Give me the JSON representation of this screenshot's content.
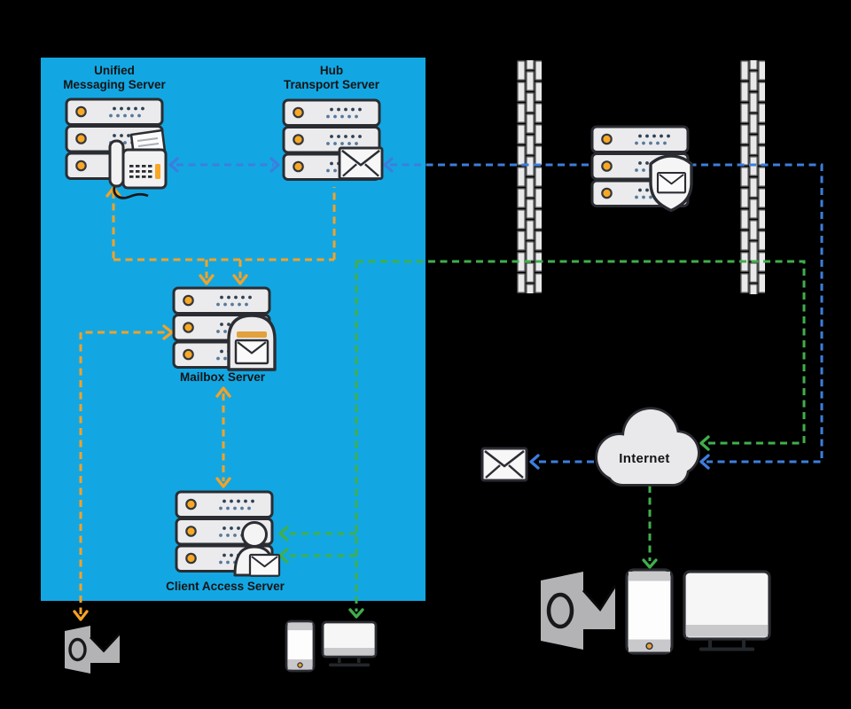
{
  "labels": {
    "um_line1": "Unified",
    "um_line2": "Messaging Server",
    "hub_line1": "Hub",
    "hub_line2": "Transport Server",
    "mailbox": "Mailbox Server",
    "cas": "Client Access Server",
    "internet": "Internet"
  },
  "colors": {
    "background": "#000000",
    "zone_blue": "#12A7E3",
    "line_orange": "#F5A126",
    "line_blue": "#3D7EDD",
    "line_green": "#3FAF4C",
    "label_text": "#141414",
    "server_fill": "#EBEBED",
    "server_stroke": "#2A2C31",
    "led_orange": "#F9A825",
    "icon_gray": "#B3B3B5"
  }
}
